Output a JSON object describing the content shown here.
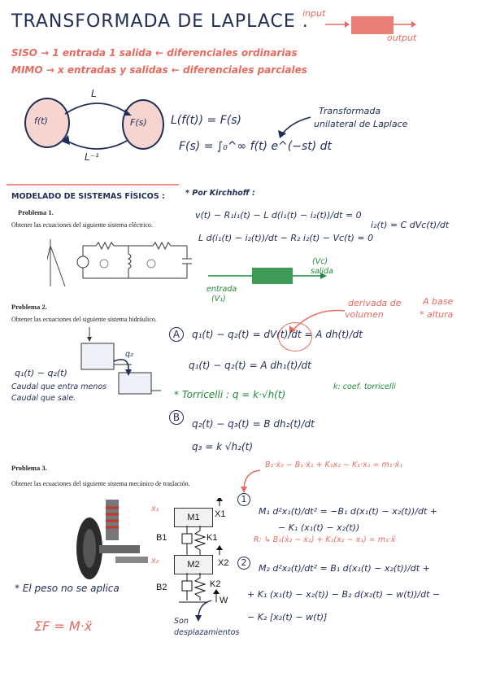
{
  "header": {
    "title": "TRANSFORMADA DE LAPLACE .",
    "input_label": "input",
    "output_label": "output"
  },
  "intro": {
    "siso": "SISO → 1 entrada 1 salida ← diferenciales ordinarias",
    "mimo": "MIMO → x entradas y salidas ← diferenciales parciales"
  },
  "transform": {
    "left_node": "f(t)",
    "right_node": "F(s)",
    "top_arrow": "L",
    "bottom_arrow": "L⁻¹",
    "eq1": "L(f(t)) = F(s)",
    "eq2": "F(s) = ∫₀^∞ f(t) e^(−st) dt",
    "note_line1": "Transformada",
    "note_line2": "unilateral de Laplace"
  },
  "section": {
    "heading": "MODELADO DE SISTEMAS FÍSICOS :",
    "kirchhoff": "* Por Kirchhoff :"
  },
  "problem1": {
    "title": "Problema 1.",
    "text": "Obtener las ecuaciones del siguiente sistema eléctrico.",
    "eq_a": "v(t) − R₁i₁(t) − L d(i₁(t) − i₂(t))/dt = 0",
    "eq_b": "L d(i₁(t) − i₂(t))/dt − R₂ i₂(t) − Vc(t) = 0",
    "eq_c": "i₂(t) = C dVc(t)/dt",
    "block_in": "entrada",
    "block_in_var": "(V₁)",
    "block_out": "salida",
    "block_out_var": "(Vc)"
  },
  "problem2": {
    "title": "Problema 2.",
    "text": "Obtener las ecuaciones del siguiente sistema hidráulico.",
    "note_red_1": "derivada de",
    "note_red_2": "volumen",
    "note_red_3": "A base",
    "note_red_4": "* altura",
    "marker_a": "A",
    "eq_a1": "q₁(t) − q₂(t) = dV(t)/dt = A dh(t)/dt",
    "eq_a2": "q₁(t) − q₂(t) = A dh₁(t)/dt",
    "torricelli": "* Torricelli : q = k·√h(t)",
    "torricelli_note": "k: coef. torricelli",
    "marker_b": "B",
    "eq_b1": "q₂(t) − q₃(t) = B dh₂(t)/dt",
    "eq_b2": "q₃ = k √h₂(t)",
    "side_eq": "q₁(t) − q₂(t)",
    "side_note_1": "Caudal que entra menos",
    "side_note_2": "Caudal que sale."
  },
  "problem3": {
    "title": "Problema 3.",
    "text": "Obtener las ecuaciones del siguiente sistema mecánico de traslación.",
    "top_red": "B₁·ẋ₂ − B₁·ẋ₁ + K₁x₂ − K₁·x₁ = m₁·ẍ₁",
    "marker_1": "1",
    "eq1a": "M₁ d²x₁(t)/dt² = −B₁ d(x₁(t) − x₂(t))/dt +",
    "eq1b": "− K₁ (x₁(t) − x₂(t))",
    "red_mid": "R: ↳ B₁(ẋ₂ − ẋ₁) + K₁(x₂ − x₁) = m₁·ẍ",
    "marker_2": "2",
    "eq2a": "M₂ d²x₂(t)/dt² = B₁ d(x₁(t) − x₂(t))/dt +",
    "eq2b": "+ K₁ (x₁(t) − x₂(t)) − B₂ d(x₂(t) − w(t))/dt −",
    "eq2c": "− K₂ [x₂(t) − w(t)]",
    "weight_note": "* El peso no se aplica",
    "sum_force": "ΣF = M·ẍ",
    "disp_note_1": "Son",
    "disp_note_2": "desplazamientos",
    "diagram": {
      "m1": "M1",
      "m2": "M2",
      "b1": "B1",
      "k1": "K1",
      "b2": "B2",
      "k2": "K2",
      "x1": "X1",
      "x2": "X2",
      "w": "W"
    }
  },
  "colors": {
    "ink": "#1f2d57",
    "red": "#e8695e",
    "green": "#1f8a3a",
    "highlight": "#f6d5d1"
  }
}
